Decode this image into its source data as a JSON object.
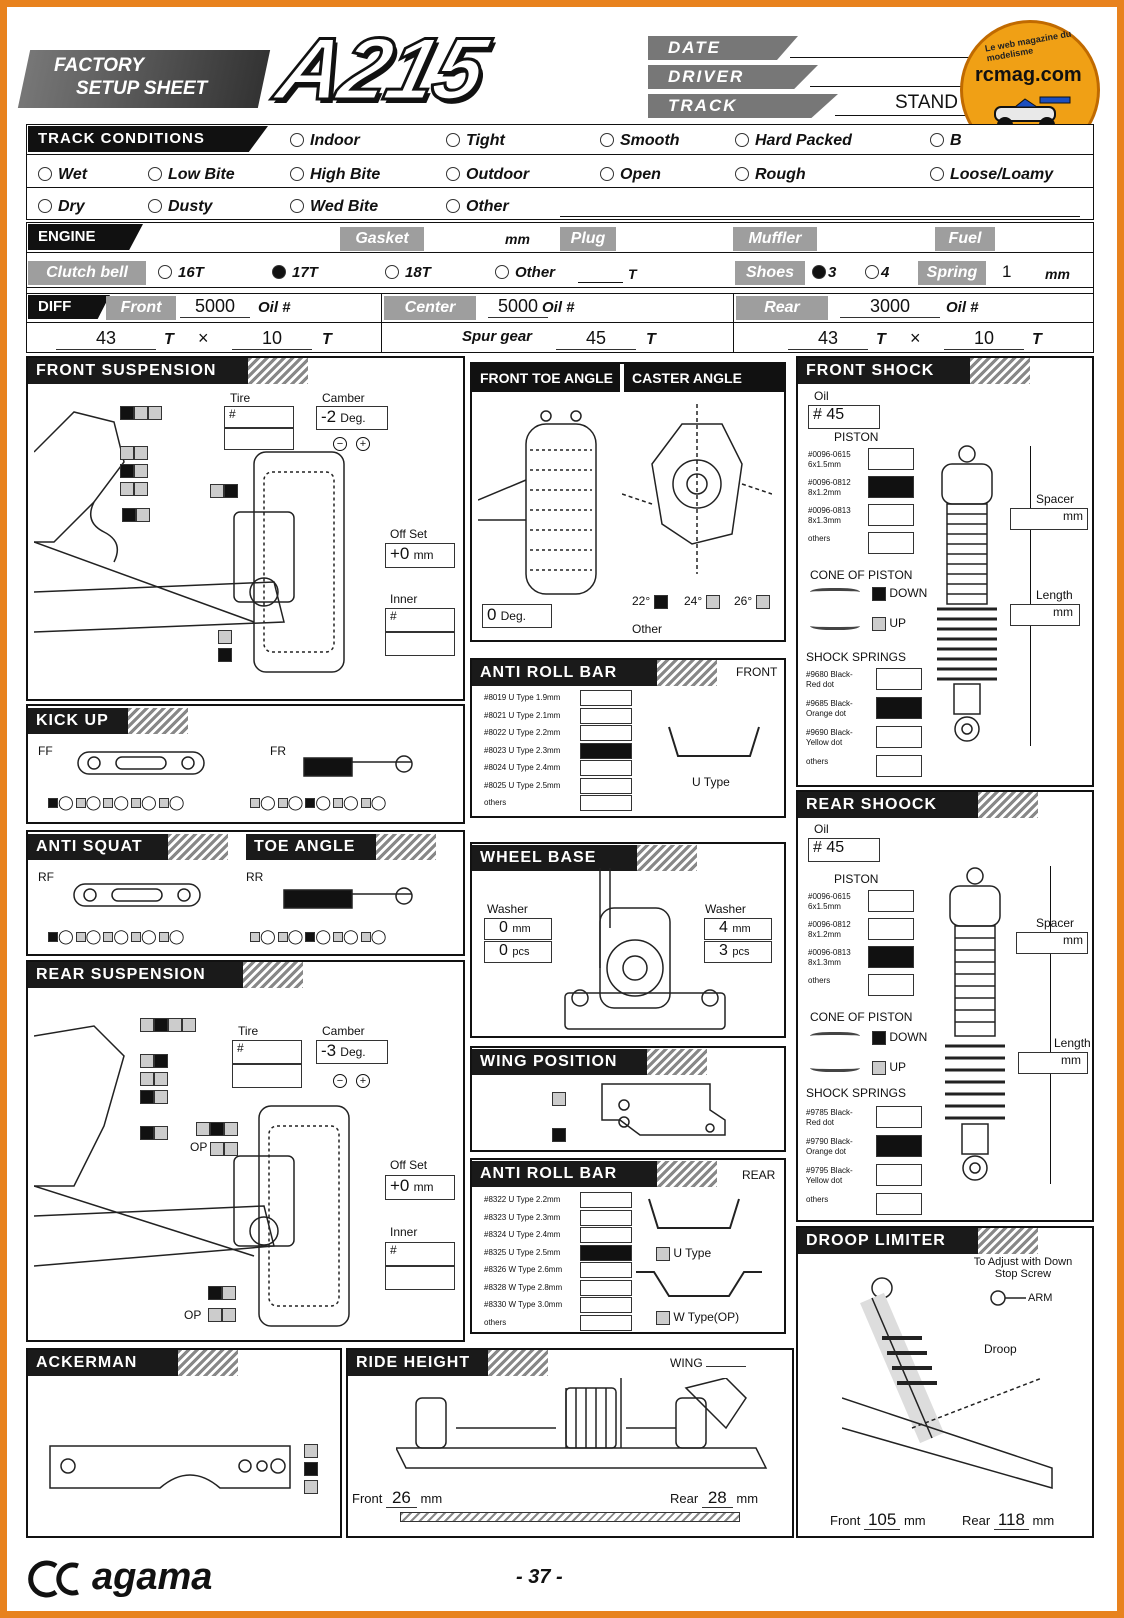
{
  "header": {
    "factory": "FACTORY",
    "setup_sheet": "SETUP SHEET",
    "model": "A215",
    "date_label": "DATE",
    "driver_label": "DRIVER",
    "track_label": "TRACK",
    "track_value": "STAND",
    "watermark_site": "rcmag.com",
    "watermark_tag": "Le web magazine du modelisme"
  },
  "track_conditions": {
    "title": "TRACK CONDITIONS",
    "options": [
      "Indoor",
      "Tight",
      "Smooth",
      "Hard Packed",
      "B",
      "Wet",
      "Low Bite",
      "High Bite",
      "Outdoor",
      "Open",
      "Rough",
      "Loose/Loamy",
      "Dry",
      "Dusty",
      "Wed Bite",
      "Other"
    ]
  },
  "engine": {
    "title": "ENGINE",
    "gasket_label": "Gasket",
    "mm": "mm",
    "plug_label": "Plug",
    "muffler_label": "Muffler",
    "fuel_label": "Fuel",
    "clutch_label": "Clutch bell",
    "clutch_options": [
      "16T",
      "17T",
      "18T",
      "Other"
    ],
    "clutch_selected": "17T",
    "t": "T",
    "shoes_label": "Shoes",
    "shoes_options": [
      "3",
      "4"
    ],
    "shoes_selected": "3",
    "spring_label": "Spring",
    "spring_value": "1",
    "spring_unit": "mm"
  },
  "diff": {
    "title": "DIFF",
    "front_label": "Front",
    "front_value": "5000",
    "oil_label": "Oil #",
    "center_label": "Center",
    "center_value": "5000",
    "rear_label": "Rear",
    "rear_value": "3000",
    "front_gear_a": "43",
    "front_gear_b": "10",
    "spur_label": "Spur gear",
    "spur_value": "45",
    "rear_gear_a": "43",
    "rear_gear_b": "10",
    "x": "×"
  },
  "front_suspension": {
    "title": "FRONT SUSPENSION",
    "tire_label": "Tire",
    "tire_value": "#",
    "camber_label": "Camber",
    "camber_value": "-2",
    "deg": "Deg.",
    "offset_label": "Off Set",
    "offset_value": "+0",
    "mm": "mm",
    "inner_label": "Inner",
    "inner_value": "#",
    "minus": "−",
    "plus": "+"
  },
  "front_toe": {
    "title": "FRONT TOE ANGLE",
    "deg_value": "0",
    "deg": "Deg."
  },
  "caster": {
    "title": "CASTER ANGLE",
    "options": [
      "22°",
      "24°",
      "26°"
    ],
    "selected": "22°",
    "other": "Other"
  },
  "front_shock": {
    "title": "FRONT SHOCK",
    "oil_label": "Oil",
    "oil_value": "# 45",
    "piston_label": "PISTON",
    "pistons": [
      "#0096-0615 6x1.5mm",
      "#0096-0812 8x1.2mm",
      "#0096-0813 8x1.3mm",
      "others"
    ],
    "piston_selected": 1,
    "cone_label": "CONE OF PISTON",
    "down": "DOWN",
    "up": "UP",
    "springs_label": "SHOCK SPRINGS",
    "springs": [
      "#9680 Black-Red dot",
      "#9685 Black-Orange dot",
      "#9690 Black-Yellow dot",
      "others"
    ],
    "spring_selected": 1,
    "spacer_label": "Spacer",
    "length_label": "Length",
    "mm": "mm"
  },
  "front_arb": {
    "title": "ANTI ROLL BAR",
    "position": "FRONT",
    "items": [
      "#8019 U Type 1.9mm",
      "#8021 U Type 2.1mm",
      "#8022 U Type 2.2mm",
      "#8023 U Type 2.3mm",
      "#8024 U Type 2.4mm",
      "#8025 U Type 2.5mm",
      "others"
    ],
    "selected": 3,
    "type_label": "U Type"
  },
  "kick_up": {
    "title": "KICK UP",
    "ff": "FF",
    "fr": "FR"
  },
  "anti_squat": {
    "title": "ANTI SQUAT",
    "rf": "RF"
  },
  "toe_angle": {
    "title": "TOE ANGLE",
    "rr": "RR"
  },
  "wheel_base": {
    "title": "WHEEL BASE",
    "washer_label": "Washer",
    "left_mm": "0",
    "left_pcs": "0",
    "right_mm": "4",
    "right_pcs": "3",
    "mm": "mm",
    "pcs": "pcs"
  },
  "rear_suspension": {
    "title": "REAR SUSPENSION",
    "tire_label": "Tire",
    "tire_value": "#",
    "camber_label": "Camber",
    "camber_value": "-3",
    "deg": "Deg.",
    "offset_label": "Off Set",
    "offset_value": "+0",
    "mm": "mm",
    "inner_label": "Inner",
    "inner_value": "#",
    "op": "OP",
    "minus": "−",
    "plus": "+"
  },
  "wing_position": {
    "title": "WING POSITION"
  },
  "rear_arb": {
    "title": "ANTI ROLL BAR",
    "position": "REAR",
    "items": [
      "#8322 U Type 2.2mm",
      "#8323 U Type 2.3mm",
      "#8324 U Type 2.4mm",
      "#8325 U Type 2.5mm",
      "#8326 W Type 2.6mm",
      "#8328 W Type 2.8mm",
      "#8330 W Type 3.0mm",
      "others"
    ],
    "selected": 3,
    "u_type": "U Type",
    "w_type": "W Type(OP)"
  },
  "rear_shock": {
    "title": "REAR SHOOCK",
    "oil_label": "Oil",
    "oil_value": "# 45",
    "piston_label": "PISTON",
    "pistons": [
      "#0096-0615 6x1.5mm",
      "#0096-0812 8x1.2mm",
      "#0096-0813 8x1.3mm",
      "others"
    ],
    "piston_selected": 2,
    "cone_label": "CONE OF PISTON",
    "down": "DOWN",
    "up": "UP",
    "springs_label": "SHOCK SPRINGS",
    "springs": [
      "#9785 Black-Red dot",
      "#9790 Black-Orange dot",
      "#9795 Black-Yellow dot",
      "others"
    ],
    "spring_selected": 1,
    "spacer_label": "Spacer",
    "length_label": "Length",
    "mm": "mm"
  },
  "droop": {
    "title": "DROOP LIMITER",
    "note": "To Adjust with Down Stop Screw",
    "arm": "ARM",
    "droop_label": "Droop",
    "front_label": "Front",
    "front_value": "105",
    "rear_label": "Rear",
    "rear_value": "118",
    "mm": "mm"
  },
  "ackerman": {
    "title": "ACKERMAN"
  },
  "ride_height": {
    "title": "RIDE HEIGHT",
    "wing_label": "WING",
    "front_label": "Front",
    "front_value": "26",
    "rear_label": "Rear",
    "rear_value": "28",
    "mm": "mm"
  },
  "footer": {
    "brand": "agama",
    "page": "- 37 -"
  }
}
